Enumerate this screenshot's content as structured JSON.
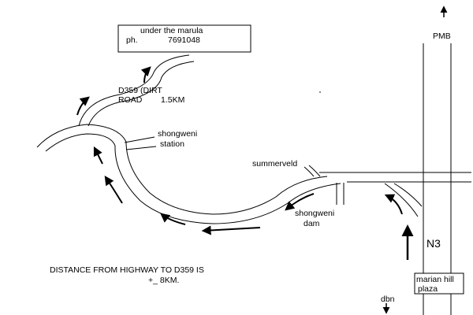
{
  "destination": {
    "name": "under the marula",
    "phone_label": "ph.",
    "phone_number": "7691048"
  },
  "labels": {
    "d359_line1": "D359 (DIRT",
    "d359_line2": "ROAD",
    "d359_distance": "1.5KM",
    "shongweni_station_line1": "shongweni",
    "shongweni_station_line2": "station",
    "summerveld": "summerveld",
    "shongweni_dam_line1": "shongweni",
    "shongweni_dam_line2": "dam",
    "pmb": "PMB",
    "n3": "N3",
    "marian_hill_line1": "marian hill",
    "marian_hill_line2": "plaza",
    "dbn": "dbn",
    "distance_note_line1": "DISTANCE FROM HIGHWAY TO D359 IS",
    "distance_note_line2": "+_ 8KM."
  }
}
